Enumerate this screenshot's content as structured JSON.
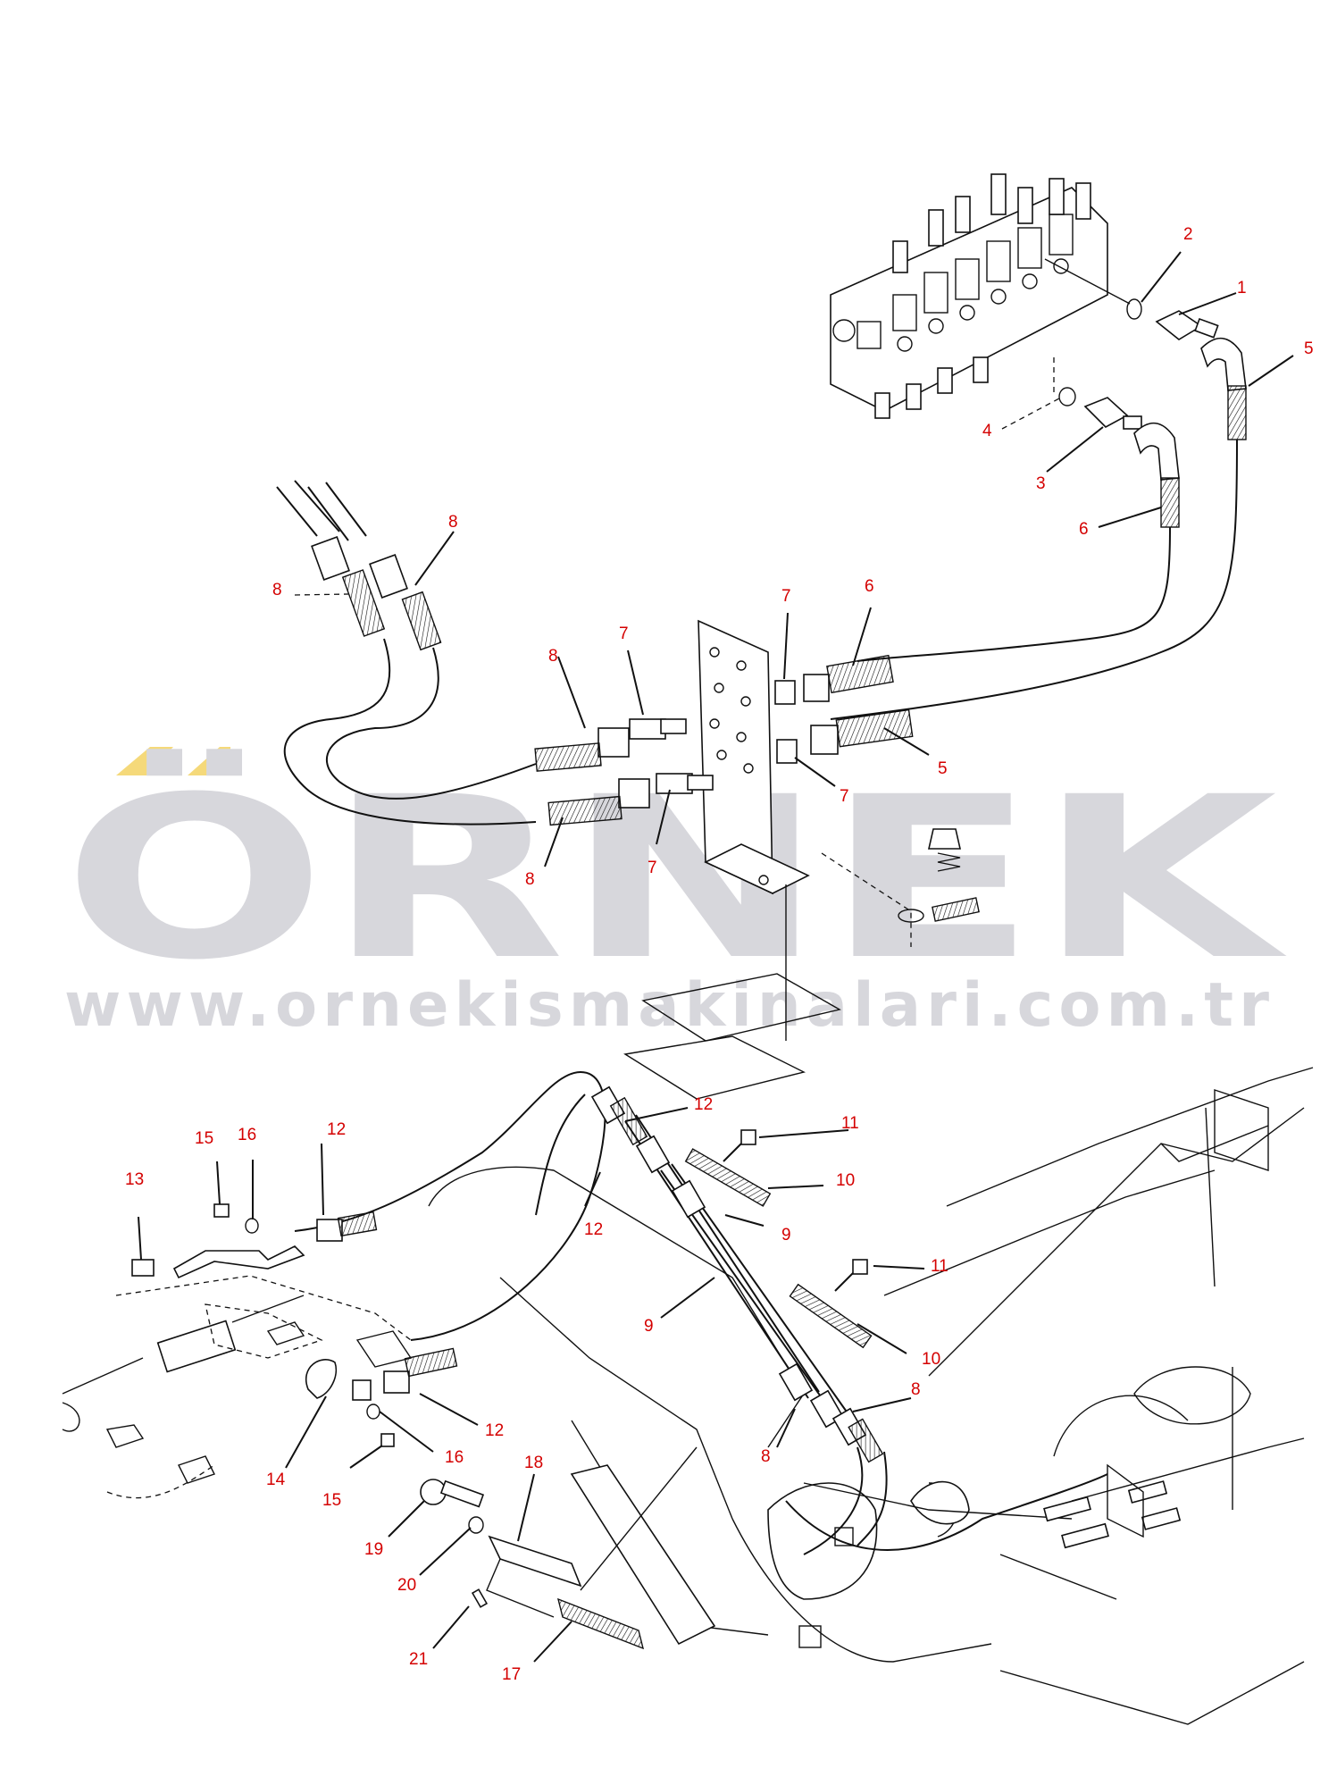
{
  "watermark": {
    "brand": "ÖRNEK",
    "url": "www.ornekismakinalari.com.tr",
    "brand_color": "#d7d7dc",
    "accent_color": "#f5d97a"
  },
  "label_color": "#d40000",
  "callouts": [
    {
      "id": "c1",
      "text": "1"
    },
    {
      "id": "c2",
      "text": "2"
    },
    {
      "id": "c3",
      "text": "3"
    },
    {
      "id": "c4",
      "text": "4"
    },
    {
      "id": "c5a",
      "text": "5"
    },
    {
      "id": "c5b",
      "text": "5"
    },
    {
      "id": "c6a",
      "text": "6"
    },
    {
      "id": "c6b",
      "text": "6"
    },
    {
      "id": "c7a",
      "text": "7"
    },
    {
      "id": "c7b",
      "text": "7"
    },
    {
      "id": "c7c",
      "text": "7"
    },
    {
      "id": "c7d",
      "text": "7"
    },
    {
      "id": "c8a",
      "text": "8"
    },
    {
      "id": "c8b",
      "text": "8"
    },
    {
      "id": "c8c",
      "text": "8"
    },
    {
      "id": "c8d",
      "text": "8"
    },
    {
      "id": "c8e",
      "text": "8"
    },
    {
      "id": "c8f",
      "text": "8"
    },
    {
      "id": "c9a",
      "text": "9"
    },
    {
      "id": "c9b",
      "text": "9"
    },
    {
      "id": "c10a",
      "text": "10"
    },
    {
      "id": "c10b",
      "text": "10"
    },
    {
      "id": "c11a",
      "text": "11"
    },
    {
      "id": "c11b",
      "text": "11"
    },
    {
      "id": "c12a",
      "text": "12"
    },
    {
      "id": "c12b",
      "text": "12"
    },
    {
      "id": "c12c",
      "text": "12"
    },
    {
      "id": "c12d",
      "text": "12"
    },
    {
      "id": "c13",
      "text": "13"
    },
    {
      "id": "c14",
      "text": "14"
    },
    {
      "id": "c15a",
      "text": "15"
    },
    {
      "id": "c15b",
      "text": "15"
    },
    {
      "id": "c16a",
      "text": "16"
    },
    {
      "id": "c16b",
      "text": "16"
    },
    {
      "id": "c17",
      "text": "17"
    },
    {
      "id": "c18",
      "text": "18"
    },
    {
      "id": "c19",
      "text": "19"
    },
    {
      "id": "c20",
      "text": "20"
    },
    {
      "id": "c21",
      "text": "21"
    }
  ]
}
